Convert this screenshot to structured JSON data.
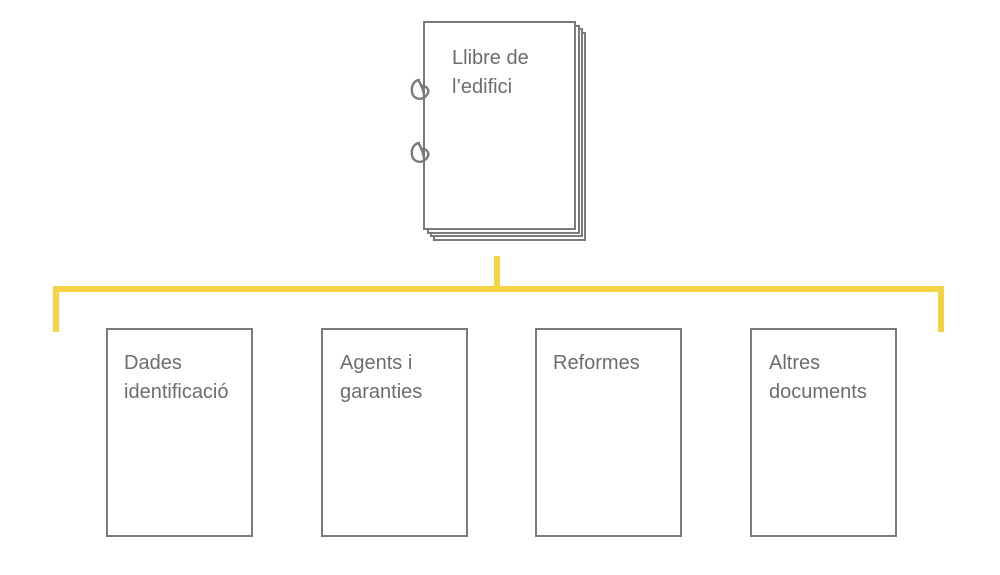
{
  "root": {
    "lines": [
      "Llibre de",
      "l’edifici"
    ]
  },
  "children": [
    {
      "lines": [
        "Dades",
        "identificació"
      ]
    },
    {
      "lines": [
        "Agents i",
        "garanties"
      ]
    },
    {
      "lines": [
        "Reformes"
      ]
    },
    {
      "lines": [
        "Altres",
        "documents"
      ]
    }
  ],
  "colors": {
    "outline": "#7a7a7a",
    "connector": "#f4d443",
    "text": "#6d6d6d"
  },
  "icons": [
    "spiral-ring-icon",
    "stacked-pages-icon"
  ]
}
